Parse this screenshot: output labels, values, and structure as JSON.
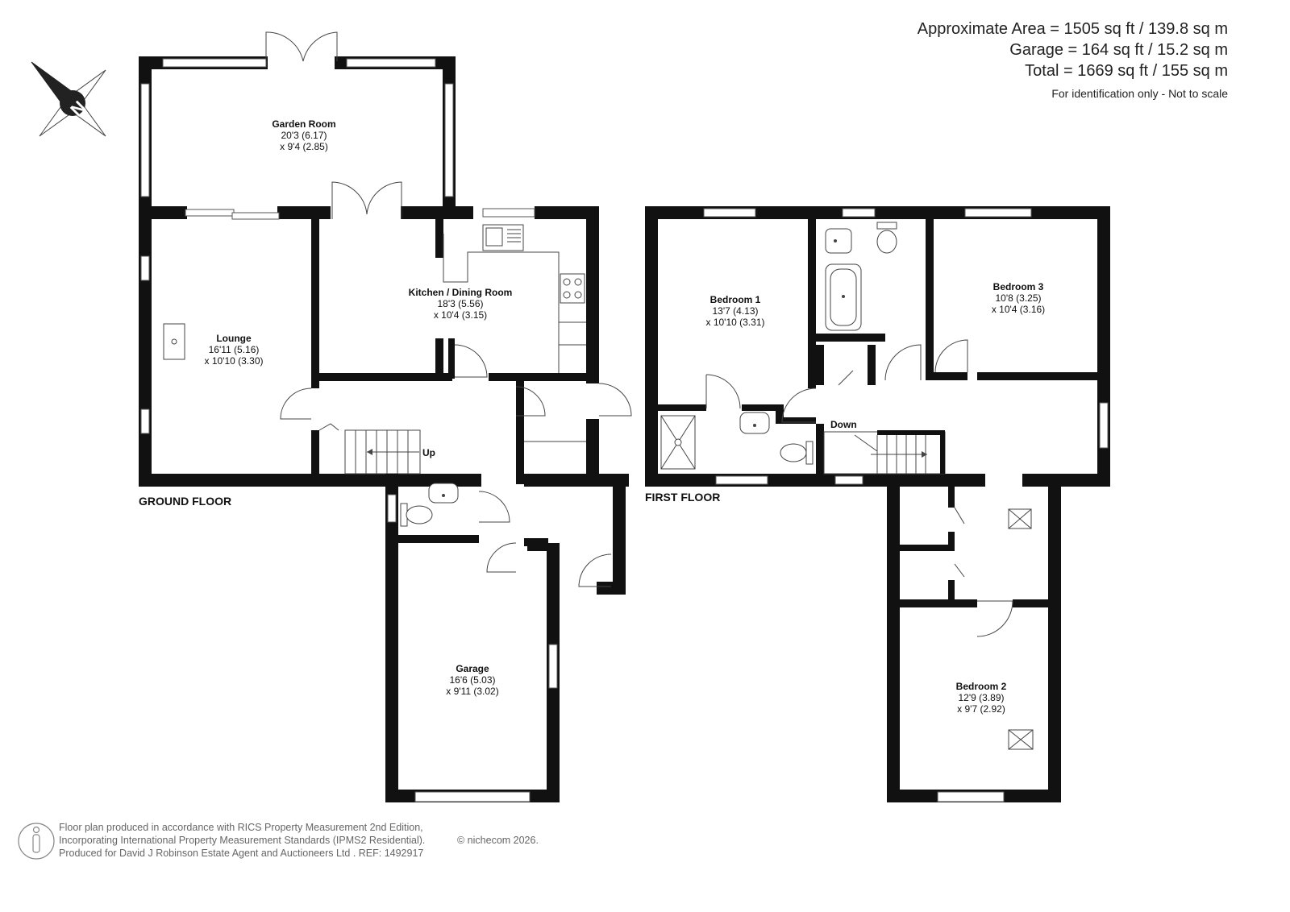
{
  "area": {
    "approximate": "Approximate Area = 1505  sq ft / 139.8 sq m",
    "garage": "Garage = 164 sq ft / 15.2 sq m",
    "total": "Total = 1669 sq ft / 155 sq m",
    "note": "For identification only - Not to scale"
  },
  "compass": {
    "letter": "N",
    "icon": "compass-rose-icon"
  },
  "floors": {
    "ground": "GROUND FLOOR",
    "first": "FIRST FLOOR"
  },
  "stairs": {
    "up": "Up",
    "down": "Down"
  },
  "rooms": {
    "garden_room": {
      "name": "Garden Room",
      "dim1": "20'3 (6.17)",
      "dim2": "x 9'4 (2.85)"
    },
    "kitchen": {
      "name": "Kitchen / Dining Room",
      "dim1": "18'3 (5.56)",
      "dim2": "x 10'4 (3.15)"
    },
    "lounge": {
      "name": "Lounge",
      "dim1": "16'11 (5.16)",
      "dim2": "x 10'10 (3.30)"
    },
    "garage": {
      "name": "Garage",
      "dim1": "16'6 (5.03)",
      "dim2": "x 9'11 (3.02)"
    },
    "bedroom1": {
      "name": "Bedroom 1",
      "dim1": "13'7 (4.13)",
      "dim2": "x 10'10 (3.31)"
    },
    "bedroom3": {
      "name": "Bedroom 3",
      "dim1": "10'8 (3.25)",
      "dim2": "x 10'4 (3.16)"
    },
    "bedroom2": {
      "name": "Bedroom 2",
      "dim1": "12'9 (3.89)",
      "dim2": "x 9'7 (2.92)"
    }
  },
  "footer": {
    "line1": "Floor plan produced in accordance with RICS Property Measurement 2nd Edition,",
    "line2": "Incorporating International Property Measurement Standards (IPMS2 Residential).",
    "brand": "© nichecom 2026.",
    "line3": "Produced for David J Robinson Estate Agent and Auctioneers Ltd .   REF:  1492917",
    "icon": "person-scale-icon"
  }
}
